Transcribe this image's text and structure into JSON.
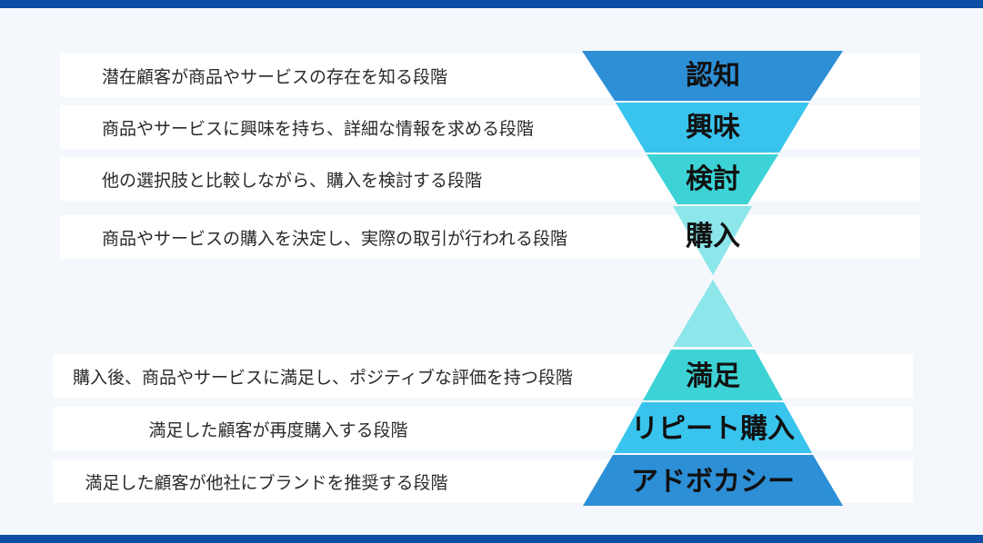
{
  "stages_top": [
    {
      "label": "認知",
      "description": "潜在顧客が商品やサービスの存在を知る段階",
      "color": "#2d8fd6"
    },
    {
      "label": "興味",
      "description": "商品やサービスに興味を持ち、詳細な情報を求める段階",
      "color": "#39c4ee"
    },
    {
      "label": "検討",
      "description": "他の選択肢と比較しながら、購入を検討する段階",
      "color": "#3dd3d6"
    },
    {
      "label": "購入",
      "description": "商品やサービスの購入を決定し、実際の取引が行われる段階",
      "color": "#8ce6ea"
    }
  ],
  "stages_bottom": [
    {
      "label": "満足",
      "description": "購入後、商品やサービスに満足し、ポジティブな評価を持つ段階",
      "color": "#3dd3d6"
    },
    {
      "label": "リピート購入",
      "description": "満足した顧客が再度購入する段階",
      "color": "#39c4ee"
    },
    {
      "label": "アドボカシー",
      "description": "満足した顧客が他社にブランドを推奨する段階",
      "color": "#2d8fd6"
    }
  ],
  "colors": {
    "bar": "#0a4ea6",
    "background": "#f4f8fc",
    "upper_cone": "#8ce6ea"
  }
}
